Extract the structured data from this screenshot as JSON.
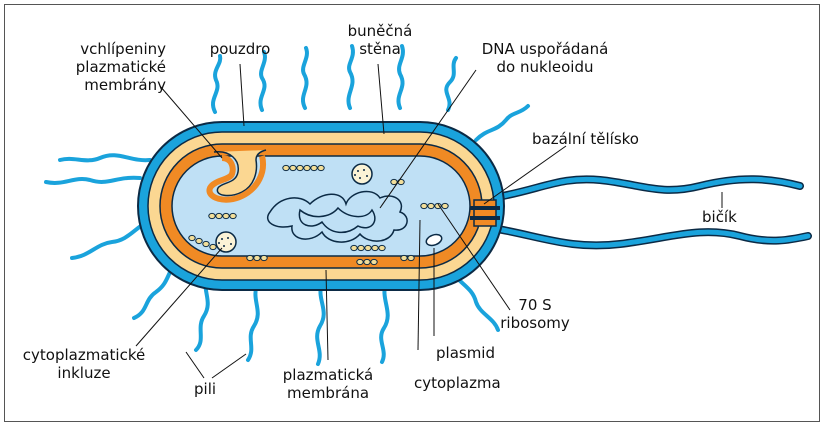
{
  "labels": {
    "vchlipeniny_line1": "vchlípeniny",
    "vchlipeniny_line2": "plazmatické",
    "vchlipeniny_line3": "membrány",
    "pouzdro": "pouzdro",
    "bunecna_line1": "buněčná",
    "bunecna_line2": "stěna",
    "dna_line1": "DNA uspořádaná",
    "dna_line2": "do nukleoidu",
    "bazalni": "bazální tělísko",
    "bicik": "bičík",
    "ribosomy_line1": "70 S",
    "ribosomy_line2": "ribosomy",
    "plasmid": "plasmid",
    "cytoplazma": "cytoplazma",
    "plazmaticka_line1": "plazmatická",
    "plazmaticka_line2": "membrána",
    "pili": "pili",
    "inkluze_line1": "cytoplazmatické",
    "inkluze_line2": "inkluze"
  },
  "colors": {
    "capsule": "#1aa3dc",
    "cell_wall": "#fbd792",
    "membrane": "#f08a24",
    "cytoplasm": "#bfe0f5",
    "outline": "#0b2a45",
    "ribosome": "#f2de9a"
  }
}
